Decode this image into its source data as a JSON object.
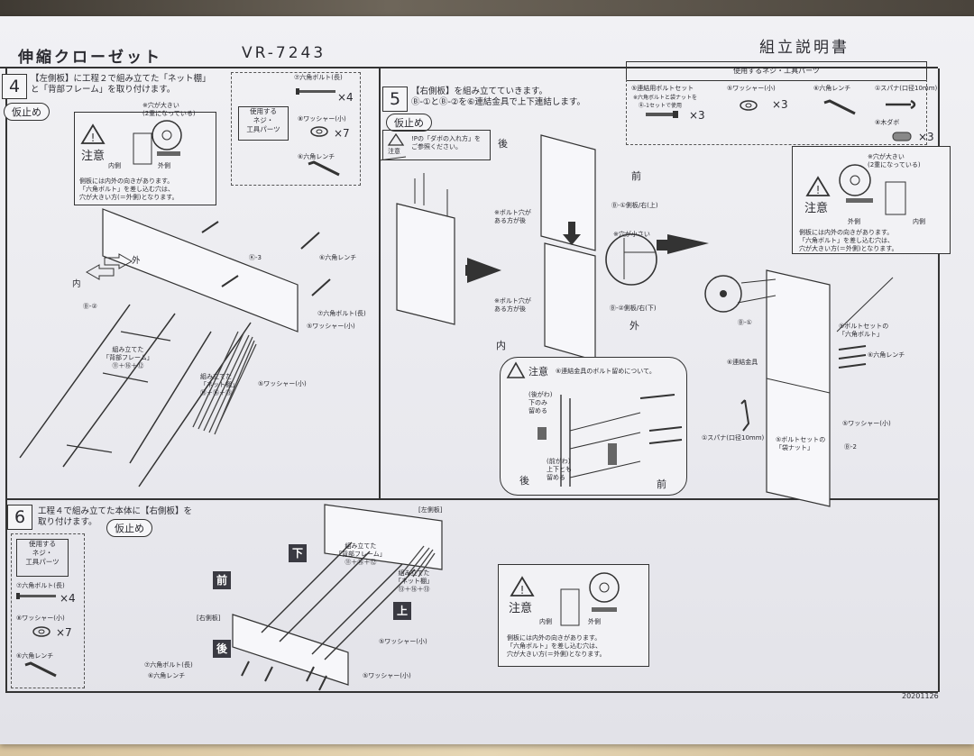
{
  "header": {
    "product": "伸縮クローゼット",
    "model": "VR-7243",
    "doc_title": "組立説明書",
    "date_code": "20201126"
  },
  "step4": {
    "number": "4",
    "instruction": "【左側板】に工程２で組み立てた「ネット棚」\nと「背部フレーム」を取り付けます。",
    "temp_label": "仮止め",
    "parts_box_label": "使用する\nネジ・\n工具パーツ",
    "parts": [
      {
        "name": "⑦六角ボルト(長)",
        "qty": "×4"
      },
      {
        "name": "⑧ワッシャー(小)",
        "qty": "×7"
      },
      {
        "name": "⑥六角レンチ",
        "qty": ""
      }
    ],
    "caution_title": "注意",
    "caution_hole": "※穴が大きい\n(2重になっている)",
    "caution_in": "内側",
    "caution_out": "外側",
    "caution_text": "側板には内外の向きがあります。\n「六角ボルト」を差し込む穴は、\n穴が大きい方(＝外側)となります。",
    "labels": {
      "out": "外",
      "in": "内",
      "frame": "組み立てた\n「背部フレーム」\n⑪＋⑯＋⑫",
      "net": "組み立てた\n「ネット棚」\n⑬＋⑯＋⑬",
      "wrench": "⑥六角レンチ",
      "bolt": "⑦六角ボルト(長)",
      "washer1": "⑤ワッシャー(小)",
      "washer2": "⑤ワッシャー(小)",
      "bm2": "Ⓑ-②",
      "k3": "Ⓚ-3"
    }
  },
  "step5": {
    "number": "5",
    "instruction": "【右側板】を組み立てていきます。\nⒷ-①とⒷ-②を⑥連結金具で上下連結します。",
    "temp_label": "仮止め",
    "parts_header": "使用するネジ・工具パーツ",
    "parts": [
      {
        "name": "⑤連結用ボルトセット",
        "note": "※六角ボルトと袋ナットを\n　Ⓑ-1セットで使用",
        "qty": "×3"
      },
      {
        "name": "⑤ワッシャー(小)",
        "note": "",
        "qty": "×3"
      },
      {
        "name": "⑥六角レンチ",
        "note": "",
        "qty": ""
      },
      {
        "name": "①スパナ(口径10mm)",
        "note": "",
        "qty": ""
      },
      {
        "name": "⑧木ダボ",
        "note": "",
        "qty": "×3"
      }
    ],
    "note_box": "!Pの「ダボの入れ方」を\nご参照ください。",
    "note_label": "注意",
    "labels": {
      "back": "後",
      "front": "前",
      "in": "内",
      "out": "外",
      "hole_back1": "※ボルト穴が\nある方が後",
      "hole_back2": "※ボルト穴が\nある方が後",
      "b1": "Ⓑ-①側板/右(上)",
      "b2": "Ⓑ-②側板/右(下)",
      "hole_small": "※穴が小さい",
      "b1r": "Ⓑ-①",
      "b2r": "Ⓑ-2",
      "connector": "⑥連結金具",
      "nut": "⑤ボルトセットの\n「袋ナット」",
      "bolt": "⑤ボルトセットの\n「六角ボルト」",
      "wrench": "⑥六角レンチ",
      "washer": "⑤ワッシャー(小)",
      "spanner": "①スパナ(口径10mm)"
    },
    "caution_title": "注意",
    "caution_hole": "※穴が大きい\n(2重になっている)",
    "caution_in": "内側",
    "caution_out": "外側",
    "caution_text": "側板には内外の向きがあります。\n「六角ボルト」を差し込む穴は、\n穴が大きい方(＝外側)となります。",
    "detail_title": "注意",
    "detail_text": "⑥連結金具のボルト留めについて。",
    "detail_back": "(後がわ)\n下のみ\n留める",
    "detail_front": "(前がわ)\n上下とも\n留める",
    "detail_back_arrow": "後",
    "detail_front_arrow": "前"
  },
  "step6": {
    "number": "6",
    "instruction": "工程４で組み立てた本体に【右側板】を\n取り付けます。",
    "temp_label": "仮止め",
    "parts_box_label": "使用する\nネジ・\n工具パーツ",
    "parts": [
      {
        "name": "⑦六角ボルト(長)",
        "qty": "×4"
      },
      {
        "name": "⑧ワッシャー(小)",
        "qty": "×7"
      },
      {
        "name": "⑥六角レンチ",
        "qty": ""
      }
    ],
    "badges": {
      "down": "下",
      "front": "前",
      "up": "上",
      "back": "後"
    },
    "labels": {
      "left_panel": "[左側板]",
      "right_panel": "[右側板]",
      "frame": "組み立てた\n「背部フレーム」\n⑪＋⑯＋⑫",
      "net": "組み立てた\n「ネット棚」\n⑬＋⑯＋⑬",
      "washer1": "⑤ワッシャー(小)",
      "washer2": "⑤ワッシャー(小)",
      "bolt": "⑦六角ボルト(長)",
      "wrench": "⑥六角レンチ"
    },
    "caution_title": "注意",
    "caution_in": "内側",
    "caution_out": "外側",
    "caution_text": "側板には内外の向きがあります。\n「六角ボルト」を差し込む穴は、\n穴が大きい方(＝外側)となります。"
  }
}
